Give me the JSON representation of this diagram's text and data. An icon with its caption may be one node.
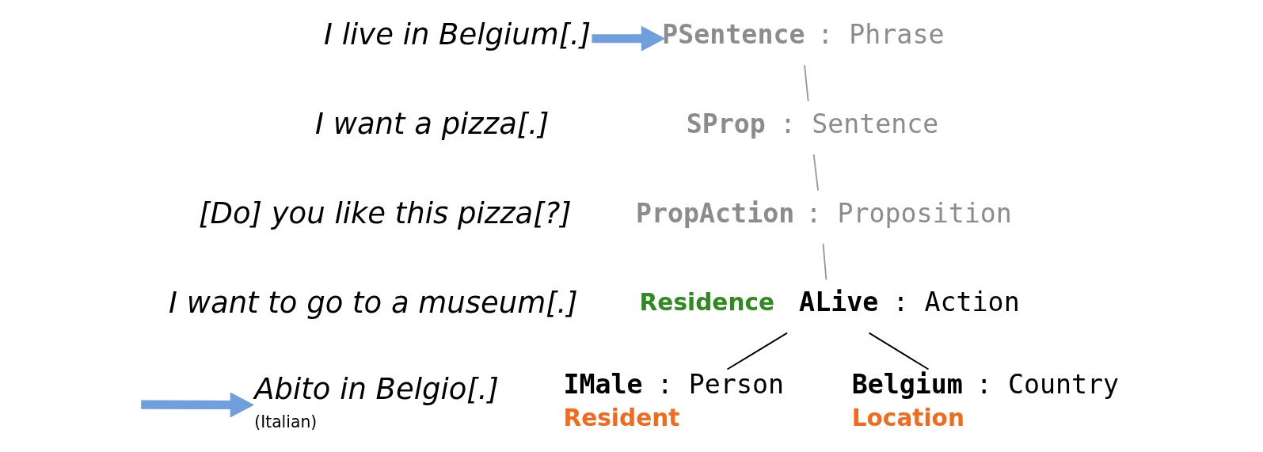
{
  "diagram": {
    "nodes": [
      {
        "text": [
          "I live in Belgium[.]"
        ]
      },
      {
        "text": [
          "PSentence : Phrase"
        ]
      },
      {
        "text": [
          "SProp : Sentence"
        ]
      },
      {
        "text": [
          "PropAction : Proposition"
        ]
      },
      {
        "text": [
          "ALive : Action"
        ],
        "beside": [
          "Residence"
        ]
      },
      {
        "text": [
          "IMale : Person"
        ],
        "beside": [
          "Resident"
        ]
      },
      {
        "text": [
          "Belgium : Country"
        ],
        "beside": [
          "Location"
        ]
      },
      {
        "text": [
          "Abito in Belgio[.]"
        ],
        "beside": [
          "(Italian)"
        ]
      }
    ],
    "edges": [
      {
        "from": 0,
        "to": 1,
        "arrow": "to",
        "style": "thick",
        "color": "#6f9fdc"
      },
      {
        "from": 1,
        "to": 2,
        "arrow": "none",
        "color": "#999999"
      },
      {
        "from": 2,
        "to": 3,
        "arrow": "none",
        "color": "#999999"
      },
      {
        "from": 3,
        "to": 4,
        "arrow": "none",
        "color": "#999999"
      },
      {
        "from": 4,
        "to": 5,
        "arrow": "none",
        "color": "#000000"
      },
      {
        "from": 4,
        "to": 6,
        "arrow": "none",
        "color": "#000000"
      },
      {
        "from": null,
        "to": 7,
        "arrow": "to",
        "style": "thick",
        "color": "#6f9fdc"
      }
    ],
    "labels": [
      "I want a pizza[.]",
      "[Do] you like this pizza[?]",
      "I want to go to a museum[.]"
    ]
  }
}
